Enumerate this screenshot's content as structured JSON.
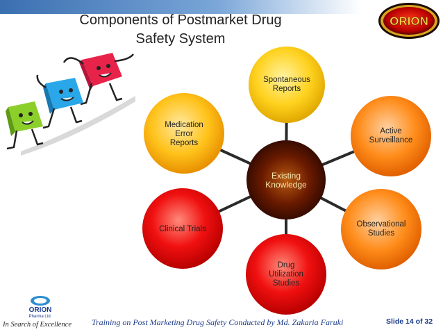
{
  "title": {
    "line1": "Components of Postmarket Drug",
    "line2": "Safety System"
  },
  "brand": {
    "name": "ORION",
    "pharma": "Pharma Ltd.",
    "tagline": "In Search of Excellence"
  },
  "diagram": {
    "center": {
      "label": "Existing\nKnowledge"
    },
    "nodes": [
      {
        "id": "spontaneous",
        "label": "Spontaneous\nReports",
        "color": "#ffd21f"
      },
      {
        "id": "active",
        "label": "Active\nSurveillance",
        "color": "#ff8c1a"
      },
      {
        "id": "observational",
        "label": "Observational\nStudies",
        "color": "#ff7a14"
      },
      {
        "id": "drug-utilization",
        "label": "Drug\nUtilization\nStudies",
        "color": "#f01010"
      },
      {
        "id": "clinical-trials",
        "label": "Clinical Trials",
        "color": "#e80f0f"
      },
      {
        "id": "medication-error",
        "label": "Medication\nError\nReports",
        "color": "#ffc21a"
      }
    ]
  },
  "footer": {
    "text": "Training on  Post Marketing Drug Safety Conducted by Md. Zakaria Faruki",
    "slide": "Slide 14 of 32"
  },
  "colors": {
    "center": "#5a1a00",
    "spoke": "#2a2a2a",
    "band": "#3a6fb0"
  }
}
